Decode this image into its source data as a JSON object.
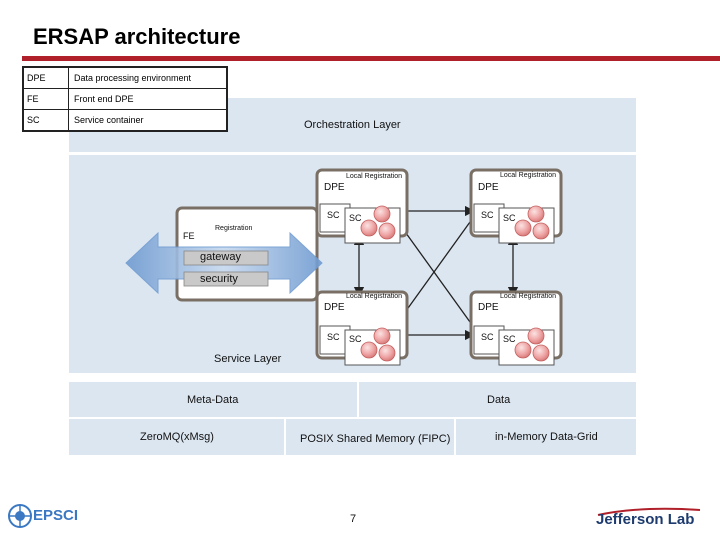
{
  "title": "ERSAP architecture",
  "legend": [
    {
      "abbr": "DPE",
      "desc": "Data processing environment"
    },
    {
      "abbr": "FE",
      "desc": "Front end DPE"
    },
    {
      "abbr": "SC",
      "desc": "Service container"
    }
  ],
  "orchestration_label": "Orchestration Layer",
  "local_registration": "Local Registration",
  "dpe": "DPE",
  "sc": "SC",
  "fe": "FE",
  "registration": "Registration",
  "gateway": "gateway",
  "security": "security",
  "service_layer": "Service Layer",
  "bottom": {
    "meta_data": "Meta-Data",
    "data": "Data",
    "zeromq": "ZeroMQ(xMsg)",
    "posix": "POSIX Shared Memory (FIPC)",
    "grid": "in-Memory Data-Grid"
  },
  "page_number": "7",
  "logos": {
    "epsci": "EPSCI",
    "jlab": "Jefferson Lab"
  },
  "colors": {
    "accent_red": "#b0202a",
    "panel_blue": "#dce6f1",
    "service_pink": "#e89a9a"
  }
}
